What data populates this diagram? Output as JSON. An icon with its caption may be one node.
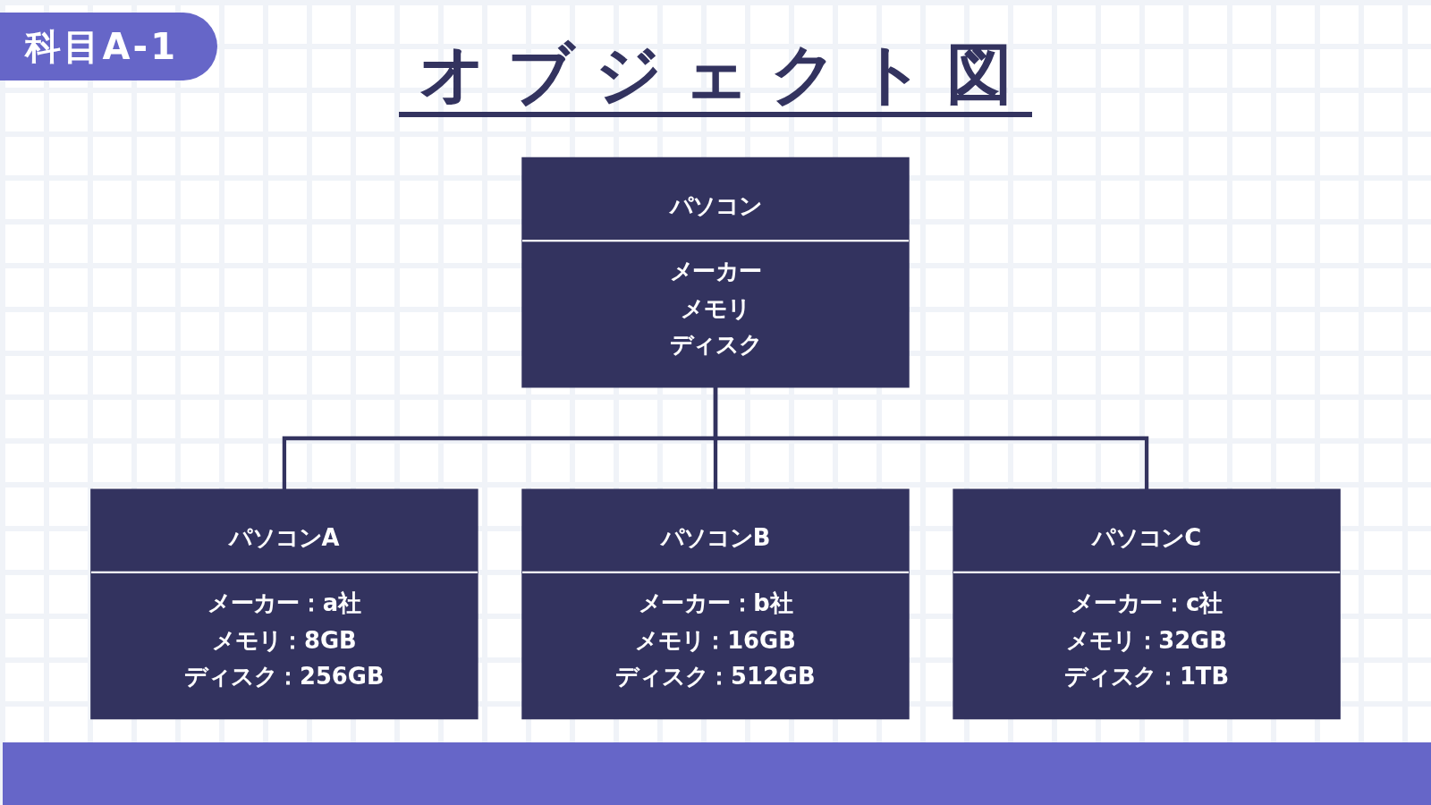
{
  "diagram": {
    "title": "オブジェクト図",
    "nodes": [
      {
        "text": [
          "パソコン",
          "メーカー",
          "メモリ",
          "ディスク"
        ]
      },
      {
        "text": [
          "パソコンA",
          "メーカー：a社",
          "メモリ：8GB",
          "ディスク：256GB"
        ]
      },
      {
        "text": [
          "パソコンB",
          "メーカー：b社",
          "メモリ：16GB",
          "ディスク：512GB"
        ]
      },
      {
        "text": [
          "パソコンC",
          "メーカー：c社",
          "メモリ：32GB",
          "ディスク：1TB"
        ]
      }
    ],
    "edges": [
      {
        "from": 0,
        "to": 1,
        "arrow": "none"
      },
      {
        "from": 0,
        "to": 2,
        "arrow": "none"
      },
      {
        "from": 0,
        "to": 3,
        "arrow": "none"
      }
    ],
    "labels": [
      "科目A-1"
    ]
  }
}
